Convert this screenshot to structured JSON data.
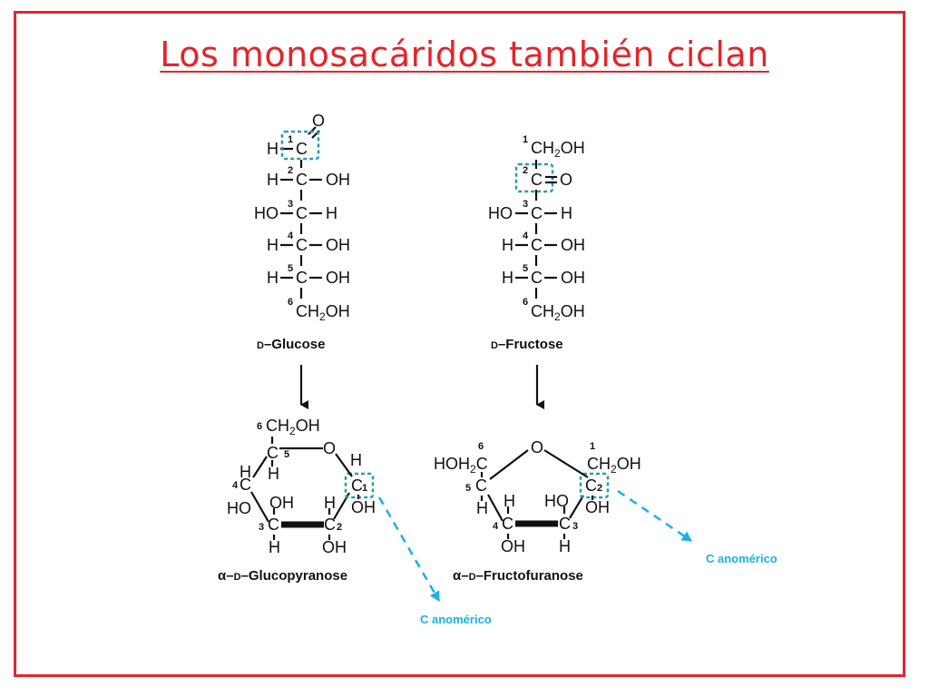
{
  "title": "Los monosacáridos también ciclan",
  "colors": {
    "title": "#e2252b",
    "frame": "#e2252b",
    "annotation": "#1ab0e8",
    "box": "#2a9bb2"
  },
  "glucose": {
    "name_prefix": "D",
    "name": "Glucose",
    "atoms": {
      "O": "O",
      "H": "H",
      "C": "C",
      "OH": "OH",
      "HO": "HO",
      "CH2OH": "CH2OH"
    },
    "carbon_numbers": [
      "1",
      "2",
      "3",
      "4",
      "5",
      "6"
    ]
  },
  "fructose": {
    "name_prefix": "D",
    "name": "Fructose",
    "atoms": {
      "O": "O",
      "H": "H",
      "C": "C",
      "OH": "OH",
      "HO": "HO",
      "CH2OH": "CH2OH"
    },
    "carbon_numbers": [
      "1",
      "2",
      "3",
      "4",
      "5",
      "6"
    ]
  },
  "glucopyranose": {
    "alpha": "α",
    "name_prefix": "D",
    "name": "Glucopyranose",
    "atoms": {
      "CH2OH": "CH2OH",
      "C": "C",
      "O": "O",
      "H": "H",
      "HO": "HO",
      "OH": "OH"
    },
    "ring_numbers": [
      "1",
      "2",
      "3",
      "4",
      "5",
      "6"
    ]
  },
  "fructofuranose": {
    "alpha": "α",
    "name_prefix": "D",
    "name": "Fructofuranose",
    "atoms": {
      "HOH2C": "HOH2C",
      "CH2OH": "CH2OH",
      "C": "C",
      "O": "O",
      "H": "H",
      "HO": "HO",
      "OH": "OH"
    },
    "ring_numbers": [
      "1",
      "2",
      "3",
      "4",
      "5",
      "6"
    ]
  },
  "annotations": {
    "anomeric_left": "C anomérico",
    "anomeric_right": "C anomérico"
  }
}
